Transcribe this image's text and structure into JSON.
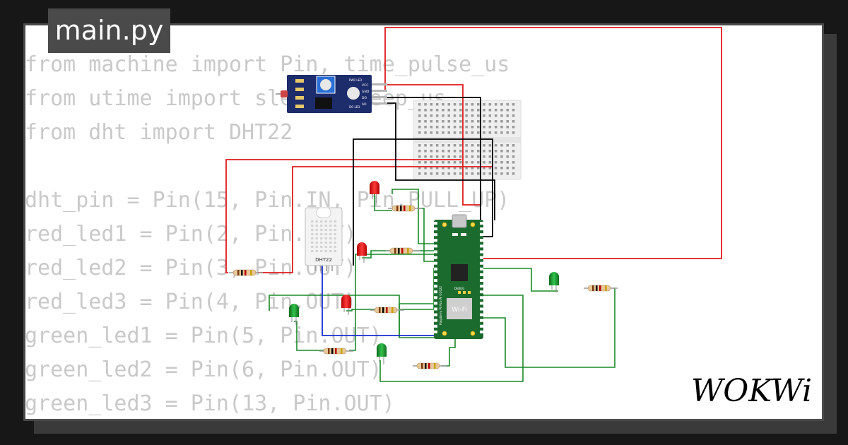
{
  "tab": {
    "filename": "main.py"
  },
  "code": {
    "lines": [
      "from machine import Pin, time_pulse_us",
      "from utime import sleep, sleep_us",
      "from dht import DHT22",
      "",
      "dht_pin = Pin(15, Pin.IN, Pin.PULL_UP)",
      "red_led1 = Pin(2, Pin.OUT)",
      "red_led2 = Pin(3, Pin.OUT)",
      "red_led3 = Pin(4, Pin.OUT)",
      "green_led1 = Pin(5, Pin.OUT)",
      "green_led2 = Pin(6, Pin.OUT)",
      "green_led3 = Pin(13, Pin.OUT)"
    ]
  },
  "components": {
    "dht_label": "DHT22",
    "pico_wifi_label": "Wi-Fi",
    "pico_board_label": "Raspberry Pi Pico W ©2022",
    "pico_debug_label": "DEBUG",
    "sensor_module_pins": [
      "VCC",
      "GND",
      "DO",
      "AO"
    ],
    "sensor_module_leds": [
      "PWR LED",
      "DO LED"
    ]
  },
  "logo": {
    "text": "WOKWi"
  },
  "colors": {
    "background": "#171717",
    "card": "#ffffff",
    "tab": "#4a4a4a",
    "code_text": "#c9c9c9",
    "wire_red": "#e01b1b",
    "wire_black": "#000000",
    "wire_green": "#1a8a2a",
    "wire_blue": "#1a2fd1",
    "pico_green": "#1c6b2e",
    "module_blue": "#1d2c6b"
  }
}
